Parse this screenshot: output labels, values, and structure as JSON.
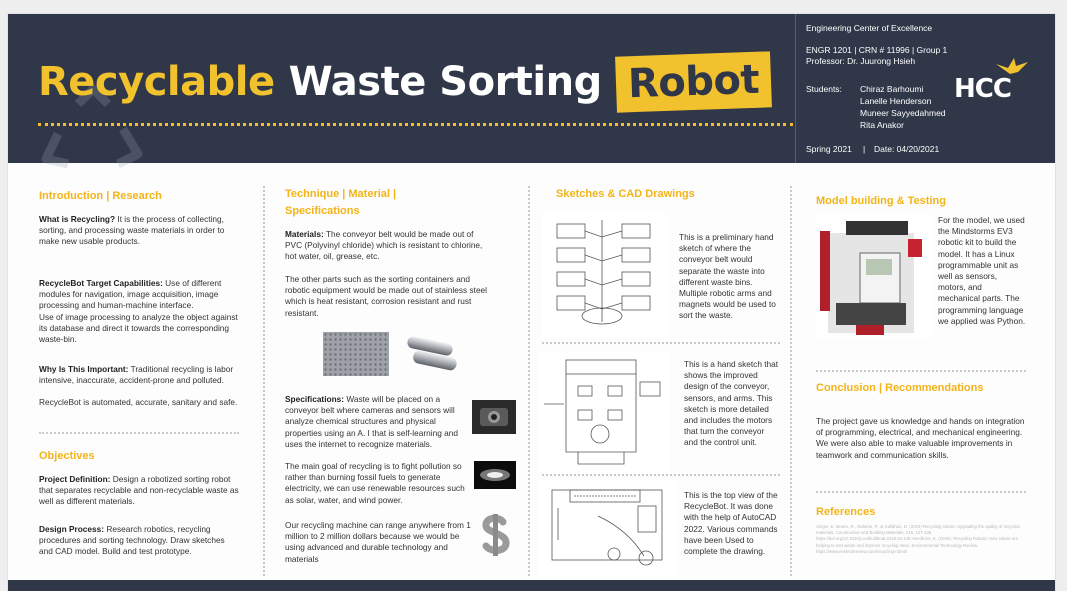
{
  "title": {
    "word1": "Recyclable",
    "word2": "Waste Sorting",
    "word3": "Robot"
  },
  "header_info": {
    "center": "Engineering Center of Excellence",
    "course": "ENGR 1201 | CRN # 11996 | Group 1",
    "professor": "Professor: Dr. Juurong Hsieh",
    "students_label": "Students:",
    "students": [
      "Chiraz Barhoumi",
      "Lanelle Henderson",
      "Muneer Sayyedahmed",
      "Rita Anakor"
    ],
    "term": "Spring 2021",
    "date_sep": "|",
    "date": "Date: 04/20/2021"
  },
  "logo": {
    "text": "HCC"
  },
  "col1": {
    "intro_heading": "Introduction | Research",
    "what_label": "What is Recycling?",
    "what_text": " It is the process of collecting, sorting, and processing waste materials in order to make new usable products.",
    "target_label": "RecycleBot Target Capabilities:",
    "target_text": " Use of different modules for navigation, image acquisition, image processing and human-machine interface.",
    "target_text2": "Use of image processing to analyze the object against its database and direct it towards the corresponding waste-bin.",
    "why_label": "Why Is This Important:",
    "why_text": " Traditional recycling is labor intensive, inaccurate, accident-prone and polluted.",
    "automated": "RecycleBot is automated, accurate, sanitary and safe.",
    "objectives_heading": "Objectives",
    "def_label": "Project Definition:",
    "def_text": " Design a robotized sorting robot that separates recyclable and non-recyclable waste as well as different materials.",
    "process_label": "Design Process:",
    "process_text": " Research robotics, recycling procedures and sorting technology. Draw sketches and CAD model. Build and test prototype."
  },
  "col2": {
    "heading": "Technique | Material | Specifications",
    "materials_label": "Materials:",
    "materials_text": " The conveyor belt would be made out of PVC (Polyvinyl chloride) which is resistant to chlorine, hot water, oil, grease, etc.",
    "other_parts": "The other parts such as the sorting containers and robotic equipment would be made out of stainless steel which is heat resistant, corrosion resistant and rust resistant.",
    "spec_label": "Specifications:",
    "spec_text": " Waste will be placed on a conveyor belt where cameras and sensors will analyze chemical structures and physical properties using an A. I that is self-learning and uses the internet to recognize materials.",
    "goal": "The main goal of recycling is to fight pollution so rather than burning fossil fuels to generate electricity, we can use renewable resources such as solar, water, and wind power.",
    "cost": "Our recycling machine can range anywhere from 1 million to 2 million dollars because we would be using advanced and durable technology and materials"
  },
  "col3": {
    "heading": "Sketches & CAD  Drawings",
    "sketch1": "This is a preliminary hand sketch of where the conveyor belt would separate the waste into different waste bins. Multiple robotic arms and magnets would be used to sort the waste.",
    "sketch2": "This is a hand sketch that shows the improved design of the conveyor, sensors, and arms. This sketch is more detailed and includes the motors that turn the conveyor and the control unit.",
    "sketch3": "This is the top view of the RecycleBot. It was done with the help of AutoCAD 2022. Various commands have been Used to complete the drawing."
  },
  "col4": {
    "model_heading": "Model building & Testing",
    "model_text": "For the model, we used the Mindstorms EV3 robotic kit to build the model. It has a Linux programmable unit as well as sensors, motors, and mechanical parts. The programming language we applied was Python.",
    "conclusion_heading": "Conclusion | Recommendations",
    "conclusion_text": "The project gave us  knowledge and hands on integration  of programming, electrical, and mechanical engineering. We were also able to make valuable improvements in teamwork and communication skills.",
    "references_heading": "References",
    "references_text": "Singer, E. Moore, R., Roberts, P., & Callahan, D. (2019) Recycling robots: Upgrading the quality of recycled materials. Construction and Building Materials, 215, 127-136. https://doi.org/10.1016/j.conbuildmat.2019.04.145 Hendricks, K. (2020). Recycling Robots: How robots are helping to sort waste and improve recycling rates. Environmental Technology Review. https://www.envtechreview.com/recycling-robots"
  },
  "colors": {
    "navy": "#2f3748",
    "yellow": "#f2c12e",
    "heading": "#f2b417"
  }
}
